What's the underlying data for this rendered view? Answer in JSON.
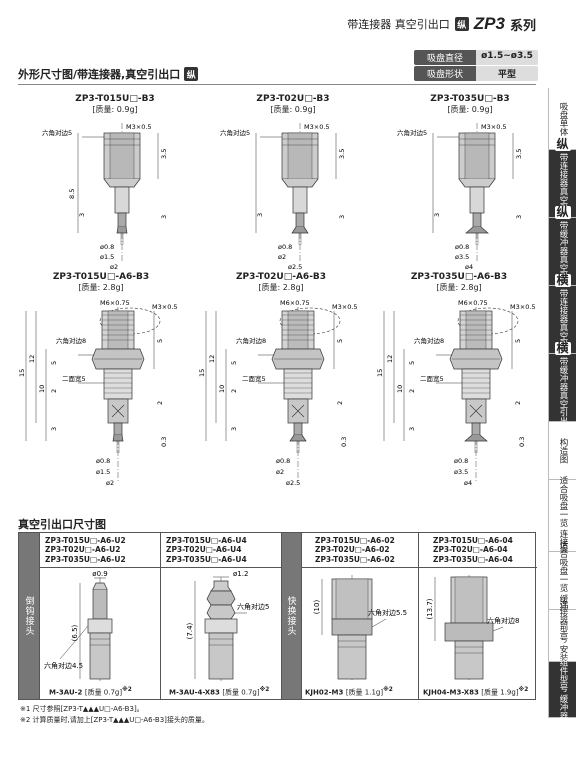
{
  "header": {
    "prefix": "带连接器 真空引出口",
    "badge": "纵",
    "series": "ZP3",
    "suffix": "系列"
  },
  "spec": {
    "rows": [
      {
        "key": "吸盘直径",
        "value": "ø1.5~ø3.5"
      },
      {
        "key": "吸盘形状",
        "value": "平型"
      }
    ]
  },
  "section1": {
    "title": "外形尺寸图/带连接器,真空引出口",
    "badge": "纵"
  },
  "drawings_top": [
    {
      "model": "ZP3-T015U□-B3",
      "mass": "[质量: 0.9g]",
      "thread": "M3×0.5",
      "hex": "六角对边5",
      "h1": "8.5",
      "h2": "3.5",
      "h3": "3",
      "h4": "3",
      "d1": "ø0.8",
      "d2": "ø1.5",
      "d3": "ø2"
    },
    {
      "model": "ZP3-T02U□-B3",
      "mass": "[质量: 0.9g]",
      "thread": "M3×0.5",
      "hex": "六角对边5",
      "h1": "",
      "h2": "3.5",
      "h3": "3",
      "h4": "3",
      "d1": "ø0.8",
      "d2": "ø2",
      "d3": "ø2.5"
    },
    {
      "model": "ZP3-T035U□-B3",
      "mass": "[质量: 0.9g]",
      "thread": "M3×0.5",
      "hex": "六角对边5",
      "h1": "",
      "h2": "3.5",
      "h3": "3",
      "h4": "3",
      "d1": "ø0.8",
      "d2": "ø3.5",
      "d3": "ø4"
    }
  ],
  "drawings_mid": [
    {
      "model": "ZP3-T015U□-A6-B3",
      "mass": "[质量: 2.8g]",
      "t1": "M6×0.75",
      "t2": "M3×0.5",
      "hex": "六角对边8",
      "flat": "二面宽5",
      "h15": "15",
      "h12": "12",
      "h10": "10",
      "h5": "5",
      "h2": "2",
      "h3": "3",
      "h03": "0.3",
      "d1": "ø0.8",
      "d2": "ø1.5",
      "d3": "ø2"
    },
    {
      "model": "ZP3-T02U□-A6-B3",
      "mass": "[质量: 2.8g]",
      "t1": "M6×0.75",
      "t2": "M3×0.5",
      "hex": "六角对边8",
      "flat": "二面宽5",
      "h15": "15",
      "h12": "12",
      "h10": "10",
      "h5": "5",
      "h2": "2",
      "h3": "3",
      "h03": "0.3",
      "d1": "ø0.8",
      "d2": "ø2",
      "d3": "ø2.5"
    },
    {
      "model": "ZP3-T035U□-A6-B3",
      "mass": "[质量: 2.8g]",
      "t1": "M6×0.75",
      "t2": "M3×0.5",
      "hex": "六角对边8",
      "flat": "二面宽5",
      "h15": "15",
      "h12": "12",
      "h10": "10",
      "h5": "5",
      "h2": "2",
      "h3": "3",
      "h03": "0.3",
      "d1": "ø0.8",
      "d2": "ø3.5",
      "d3": "ø4"
    }
  ],
  "section2": {
    "title": "真空引出口尺寸图"
  },
  "table": {
    "left_label": "倒钩接头",
    "right_label": "快换接头",
    "cols": [
      {
        "models": [
          "ZP3-T015U□-A6-U2",
          "ZP3-T02U□-A6-U2",
          "ZP3-T035U□-A6-U2"
        ],
        "part": "M-3AU-2",
        "mass": "[质量 0.7g]",
        "note": "※2",
        "dia": "ø0.9",
        "height": "(6.5)",
        "hex": "六角对边4.5"
      },
      {
        "models": [
          "ZP3-T015U□-A6-U4",
          "ZP3-T02U□-A6-U4",
          "ZP3-T035U□-A6-U4"
        ],
        "part": "M-3AU-4-X83",
        "mass": "[质量 0.7g]",
        "note": "※2",
        "dia": "ø1.2",
        "height": "(7.4)",
        "hex": "六角对边5"
      },
      {
        "models": [
          "ZP3-T015U□-A6-02",
          "ZP3-T02U□-A6-02",
          "ZP3-T035U□-A6-02"
        ],
        "part": "KJH02-M3",
        "mass": "[质量 1.1g]",
        "note": "※2",
        "height": "(10)",
        "hex": "六角对边5.5"
      },
      {
        "models": [
          "ZP3-T015U□-A6-04",
          "ZP3-T02U□-A6-04",
          "ZP3-T035U□-A6-04"
        ],
        "part": "KJH04-M3-X83",
        "mass": "[质量 1.9g]",
        "note": "※2",
        "height": "(13.7)",
        "hex": "六角对边8"
      }
    ]
  },
  "notes": [
    "※1 尺寸参照[ZP3-T▲▲▲U□-A6-B3]。",
    "※2 计算质量时,请加上[ZP3-T▲▲▲U□-A6-B3]接头的质量。"
  ],
  "sidebar": [
    {
      "label": "吸盘单体",
      "glyph": "",
      "dark": false
    },
    {
      "label": "带连接器真空引出口",
      "glyph": "纵",
      "dark": true
    },
    {
      "label": "带缓冲器真空引出口",
      "glyph": "纵",
      "dark": true
    },
    {
      "label": "带连接器真空引出口",
      "glyph": "横",
      "dark": true
    },
    {
      "label": "带缓冲器真空引出口",
      "glyph": "横",
      "dark": true
    },
    {
      "label": "构造图",
      "glyph": "",
      "dark": false
    },
    {
      "label": "适合吸盘一览 连接器",
      "glyph": "",
      "dark": false
    },
    {
      "label": "适合吸盘一览 缓冲器",
      "glyph": "",
      "dark": false
    },
    {
      "label": "连接器型号 安装用",
      "glyph": "",
      "dark": false
    },
    {
      "label": "组件型号 缓冲器",
      "glyph": "",
      "dark": true
    }
  ]
}
